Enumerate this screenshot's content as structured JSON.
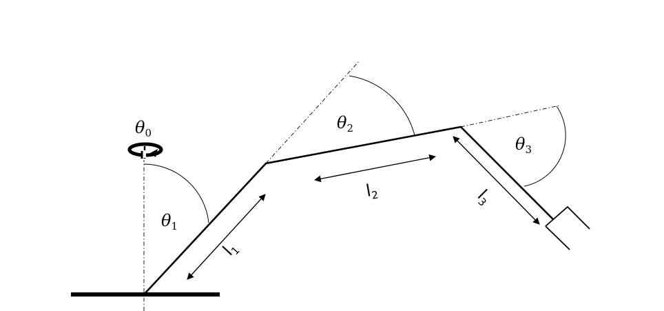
{
  "joint_labels": {
    "theta0": {
      "sym": "θ",
      "sub": "0"
    },
    "theta1": {
      "sym": "θ",
      "sub": "1"
    },
    "theta2": {
      "sym": "θ",
      "sub": "2"
    },
    "theta3": {
      "sym": "θ",
      "sub": "3"
    }
  },
  "link_labels": {
    "l1": {
      "sym": "l",
      "sub": "1"
    },
    "l2": {
      "sym": "l",
      "sub": "2"
    },
    "l3": {
      "sym": "l",
      "sub": "3"
    }
  }
}
